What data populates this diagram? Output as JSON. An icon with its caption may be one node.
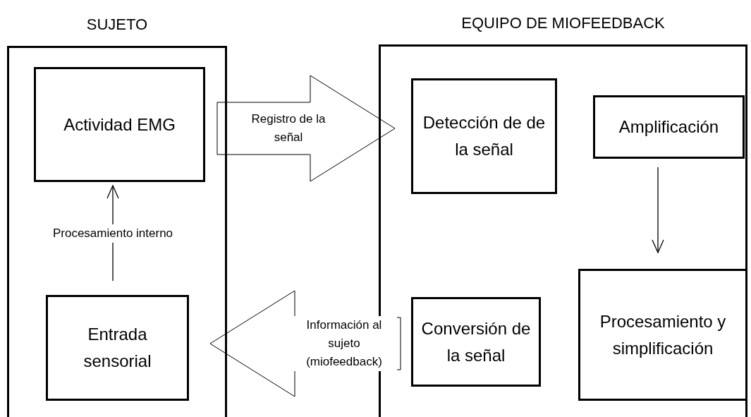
{
  "diagram": {
    "nodes": [
      {
        "text": [
          "SUJETO"
        ]
      },
      {
        "text": [
          "Actividad EMG"
        ],
        "in": 0
      },
      {
        "text": [
          "Entrada sensorial"
        ],
        "in": 0
      },
      {
        "text": [
          "EQUIPO DE MIOFEEDBACK"
        ]
      },
      {
        "text": [
          "Detección de de la señal"
        ],
        "in": 3
      },
      {
        "text": [
          "Amplificación"
        ],
        "in": 3
      },
      {
        "text": [
          "Conversión de la señal"
        ],
        "in": 3
      },
      {
        "text": [
          "Procesamiento y simplificación"
        ],
        "in": 3
      }
    ],
    "edges": [
      {
        "from": 2,
        "to": 1,
        "arrow": "to",
        "label": "Procesamiento interno"
      },
      {
        "from": 1,
        "to": 4,
        "arrow": "to",
        "label": "Registro de la señal",
        "style": "thick"
      },
      {
        "from": 5,
        "to": 7,
        "arrow": "to"
      },
      {
        "from": 6,
        "to": 2,
        "arrow": "to",
        "label": "Información al sujeto (miofeedback)",
        "style": "thick"
      }
    ]
  }
}
